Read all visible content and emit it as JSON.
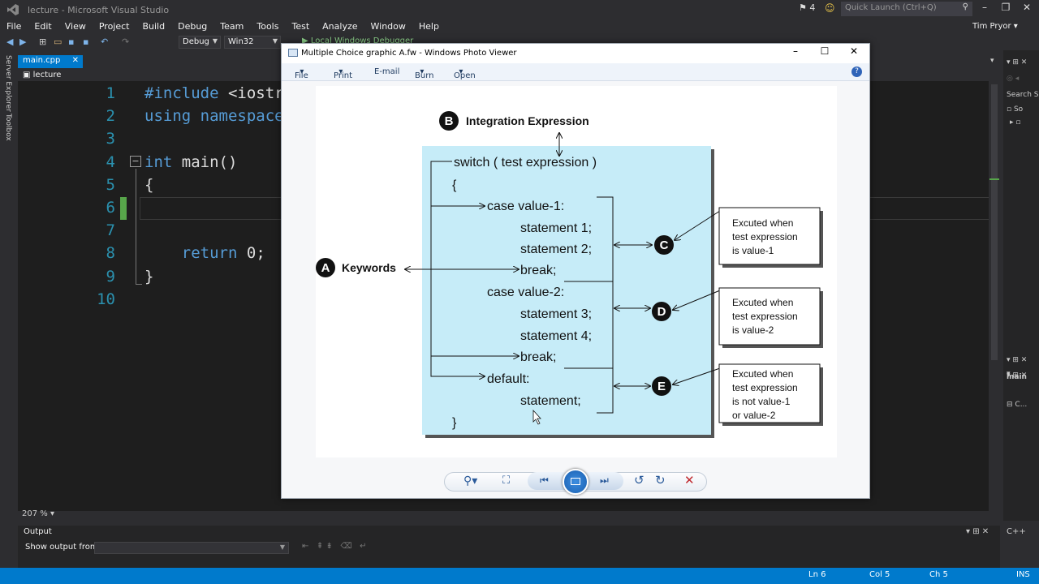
{
  "window": {
    "title": "lecture - Microsoft Visual Studio",
    "notification_count": "4",
    "quick_launch_placeholder": "Quick Launch (Ctrl+Q)",
    "user": "Tim Pryor"
  },
  "menu": [
    "File",
    "Edit",
    "View",
    "Project",
    "Build",
    "Debug",
    "Team",
    "Tools",
    "Test",
    "Analyze",
    "Window",
    "Help"
  ],
  "toolbar": {
    "config": "Debug",
    "platform": "Win32",
    "debugger": "Local Windows Debugger"
  },
  "side_tabs": [
    "Server Explorer",
    "Toolbox"
  ],
  "editor": {
    "tab": "main.cpp",
    "nav_scope": "lecture",
    "zoom": "207 %",
    "lines": [
      {
        "n": "1",
        "code": "#include <iostream>"
      },
      {
        "n": "2",
        "code": "using namespace std;"
      },
      {
        "n": "3",
        "code": ""
      },
      {
        "n": "4",
        "code": "int main()"
      },
      {
        "n": "5",
        "code": "{"
      },
      {
        "n": "6",
        "code": ""
      },
      {
        "n": "7",
        "code": ""
      },
      {
        "n": "8",
        "code": "    return 0;"
      },
      {
        "n": "9",
        "code": "}"
      },
      {
        "n": "10",
        "code": ""
      }
    ]
  },
  "right_panel": {
    "search_label": "Search S",
    "item1": "So",
    "bottom_label": "main",
    "bottom_item": "C..."
  },
  "output": {
    "title": "Output",
    "show_output_label": "Show output from:",
    "lang": "C++"
  },
  "status": {
    "line": "Ln 6",
    "col": "Col 5",
    "ch": "Ch 5",
    "mode": "INS"
  },
  "photo_viewer": {
    "title": "Multiple Choice graphic A.fw - Windows Photo Viewer",
    "menu": [
      "File",
      "Print",
      "E-mail",
      "Burn",
      "Open"
    ],
    "diagram": {
      "label_b": "B",
      "label_b_text": "Integration Expression",
      "label_a": "A",
      "label_a_text": "Keywords",
      "code": [
        "switch  (  test expression  )",
        "{",
        "case value-1:",
        "statement  1;",
        "statement  2;",
        "break;",
        "case value-2:",
        "statement  3;",
        "statement  4;",
        "break;",
        "default:",
        "statement;",
        "}"
      ],
      "circles": [
        "C",
        "D",
        "E"
      ],
      "boxes": [
        [
          "Excuted when",
          "test expression",
          "is value-1"
        ],
        [
          "Excuted when",
          "test expression",
          "is value-2"
        ],
        [
          "Excuted when",
          "test expression",
          "is not value-1",
          "or value-2"
        ]
      ]
    }
  },
  "colors": {
    "vs_bg": "#2d2d30",
    "editor_bg": "#1e1e1e",
    "accent": "#007acc",
    "keyword": "#569cd6",
    "line_number": "#2b91af",
    "diagram_fill": "#c6ecf8"
  }
}
